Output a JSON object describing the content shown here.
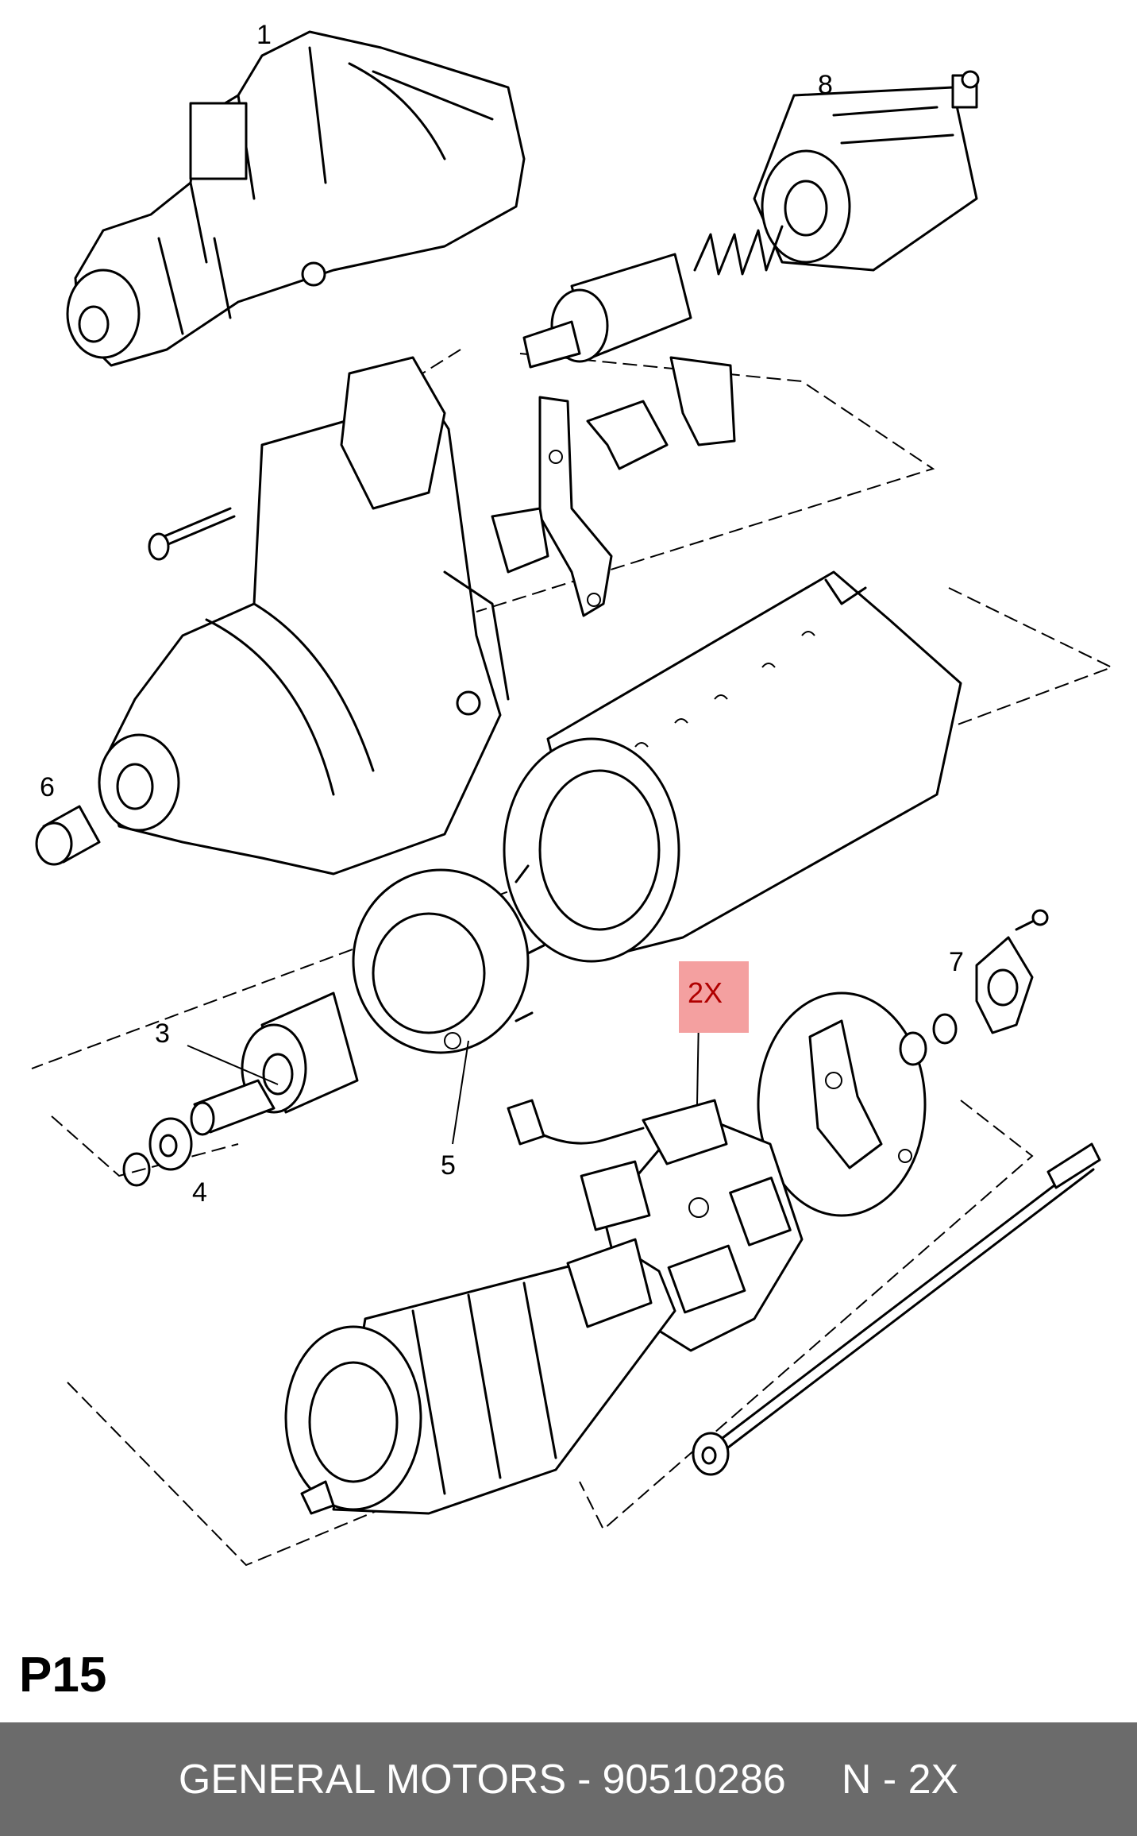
{
  "callouts": {
    "c1": "1",
    "c2x": "2X",
    "c3": "3",
    "c4": "4",
    "c5": "5",
    "c6": "6",
    "c7": "7",
    "c8": "8"
  },
  "highlight_color": "#f4a0a0",
  "page_code": "P15",
  "footer": {
    "brand": "GENERAL MOTORS",
    "separator": "-",
    "part_number": "90510286",
    "quantity": "N - 2X"
  }
}
